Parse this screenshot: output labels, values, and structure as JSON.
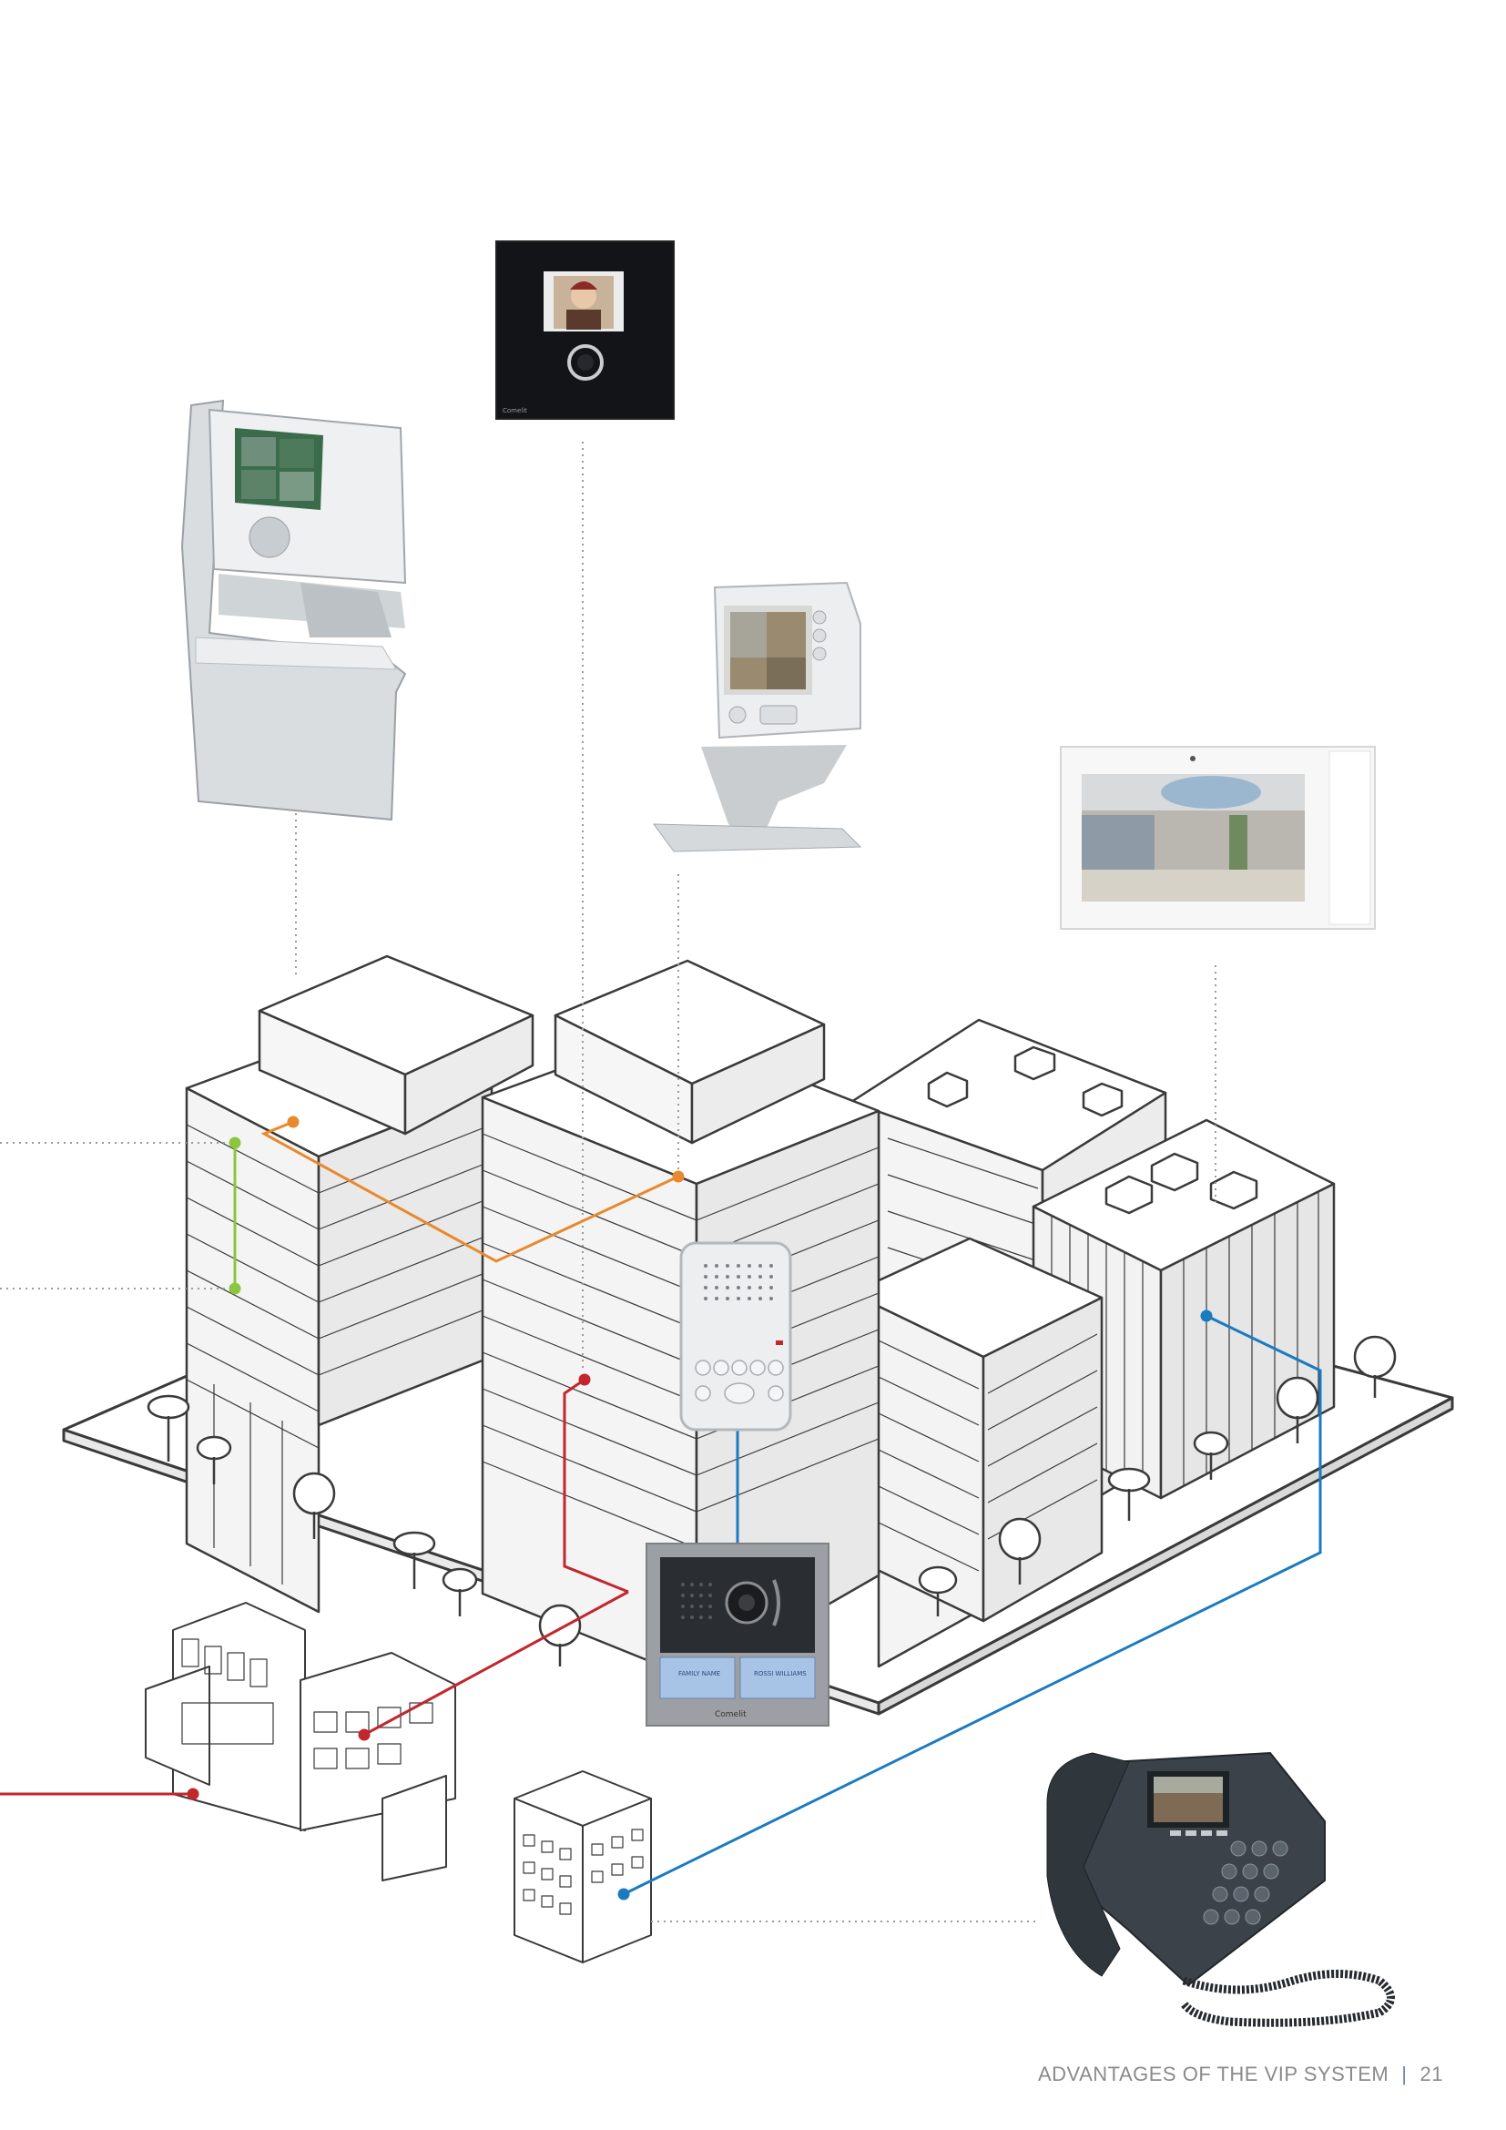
{
  "footer": {
    "section": "ADVANTAGES OF THE VIP SYSTEM",
    "separator": "|",
    "page_number": "21"
  },
  "devices": {
    "brand": "Comelit",
    "door_panel_labels": [
      "FAMILY NAME",
      "ROSSI WILLIAMS"
    ]
  },
  "connections": {
    "colors": {
      "dotted": "#9a9a9a",
      "orange": "#e8892e",
      "green": "#8cc63f",
      "red": "#c1272d",
      "blue": "#1a7bc0",
      "line_art": "#444444"
    }
  }
}
